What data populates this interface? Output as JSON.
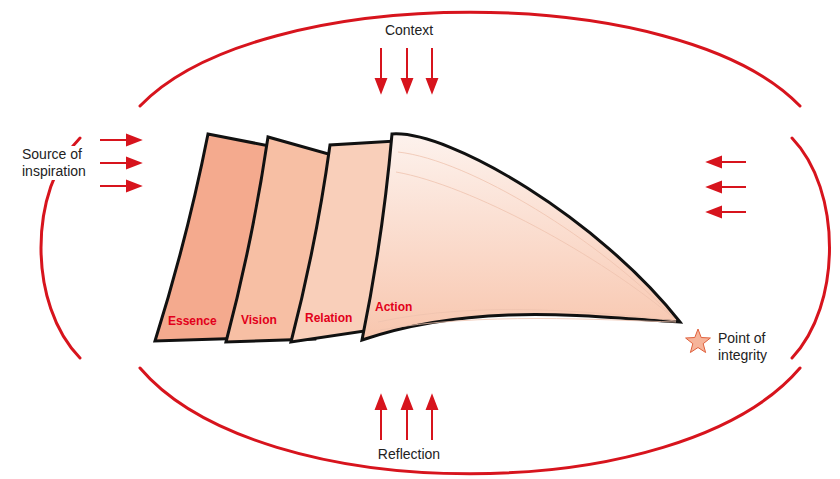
{
  "diagram": {
    "nodes": [
      {
        "text": [
          "Essence"
        ]
      },
      {
        "text": [
          "Vision"
        ]
      },
      {
        "text": [
          "Relation"
        ]
      },
      {
        "text": [
          "Action"
        ]
      }
    ],
    "labels": [
      "Context",
      "Source of inspiration",
      "Reflection",
      "Point of integrity"
    ]
  }
}
